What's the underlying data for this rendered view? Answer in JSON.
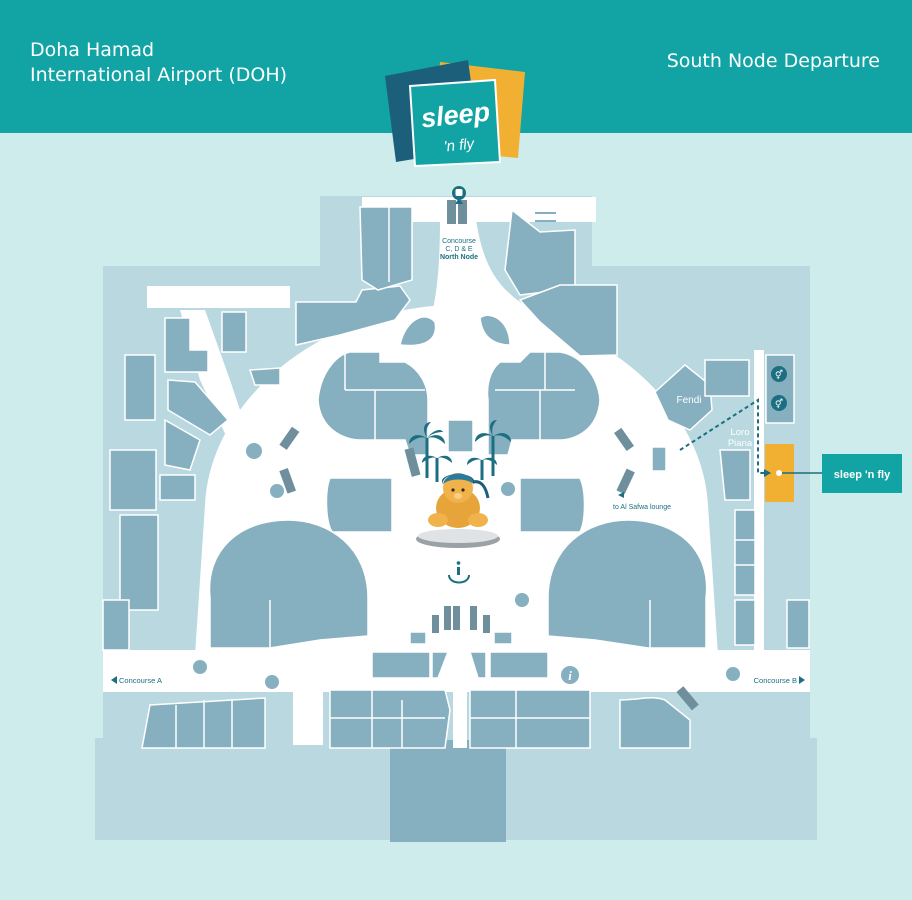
{
  "header": {
    "airport_line1": "Doha Hamad",
    "airport_line2": "International Airport (DOH)",
    "node_title": "South Node Departure"
  },
  "logo": {
    "word1": "sleep",
    "word2": "'n fly",
    "colors": {
      "navy": "#1b5f7b",
      "orange": "#f2b033",
      "teal": "#12a4a4"
    }
  },
  "map_labels": {
    "concourse_north_line1": "Concourse",
    "concourse_north_line2": "C, D & E",
    "concourse_north_line3": "North Node",
    "concourse_a": "Concourse A",
    "concourse_b": "Concourse B",
    "al_safwa": "to Al Safwa lounge",
    "fendi": "Fendi",
    "loro_line1": "Loro",
    "loro_line2": "Piana",
    "sleepnfly_callout": "sleep 'n fly"
  },
  "icons": [
    "train-icon",
    "restroom-icon",
    "info-icon",
    "escalator-icon",
    "palm-tree-icon",
    "teddy-bear-icon"
  ],
  "colors": {
    "background": "#cdeceb",
    "header": "#12a4a4",
    "building": "#b9d8e0",
    "unit": "#86afbf",
    "walkway": "#ffffff",
    "highlight": "#f2b033",
    "text_dark": "#1b5f7b"
  }
}
